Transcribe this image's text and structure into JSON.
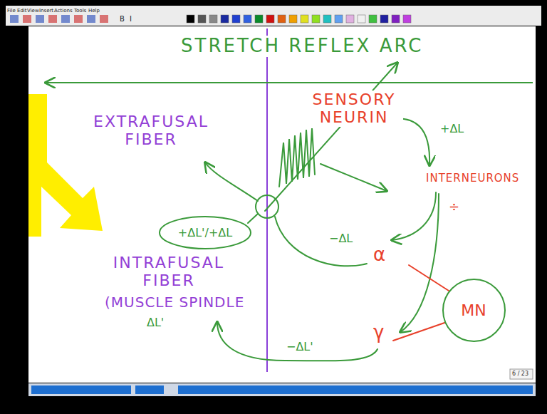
{
  "diagram": {
    "title": "STRETCH REFLEX ARC",
    "nodes": [
      {
        "text": [
          "+ΔL'/+ΔL"
        ]
      },
      {
        "text": [
          "MN"
        ]
      }
    ],
    "labels": [
      "File",
      "Edit",
      "View",
      "Insert",
      "Actions",
      "Tools",
      "Help",
      "B",
      "I",
      "EXTRAFUSAL FIBER",
      "SENSORY NEURIN",
      "+ΔL",
      "INTERNEURONS",
      "÷",
      "−ΔL",
      "α",
      "INTRAFUSAL FIBER",
      "(MUSCLE SPINDLE",
      "ΔL'",
      "−ΔL'",
      "γ",
      "6 / 23"
    ]
  }
}
